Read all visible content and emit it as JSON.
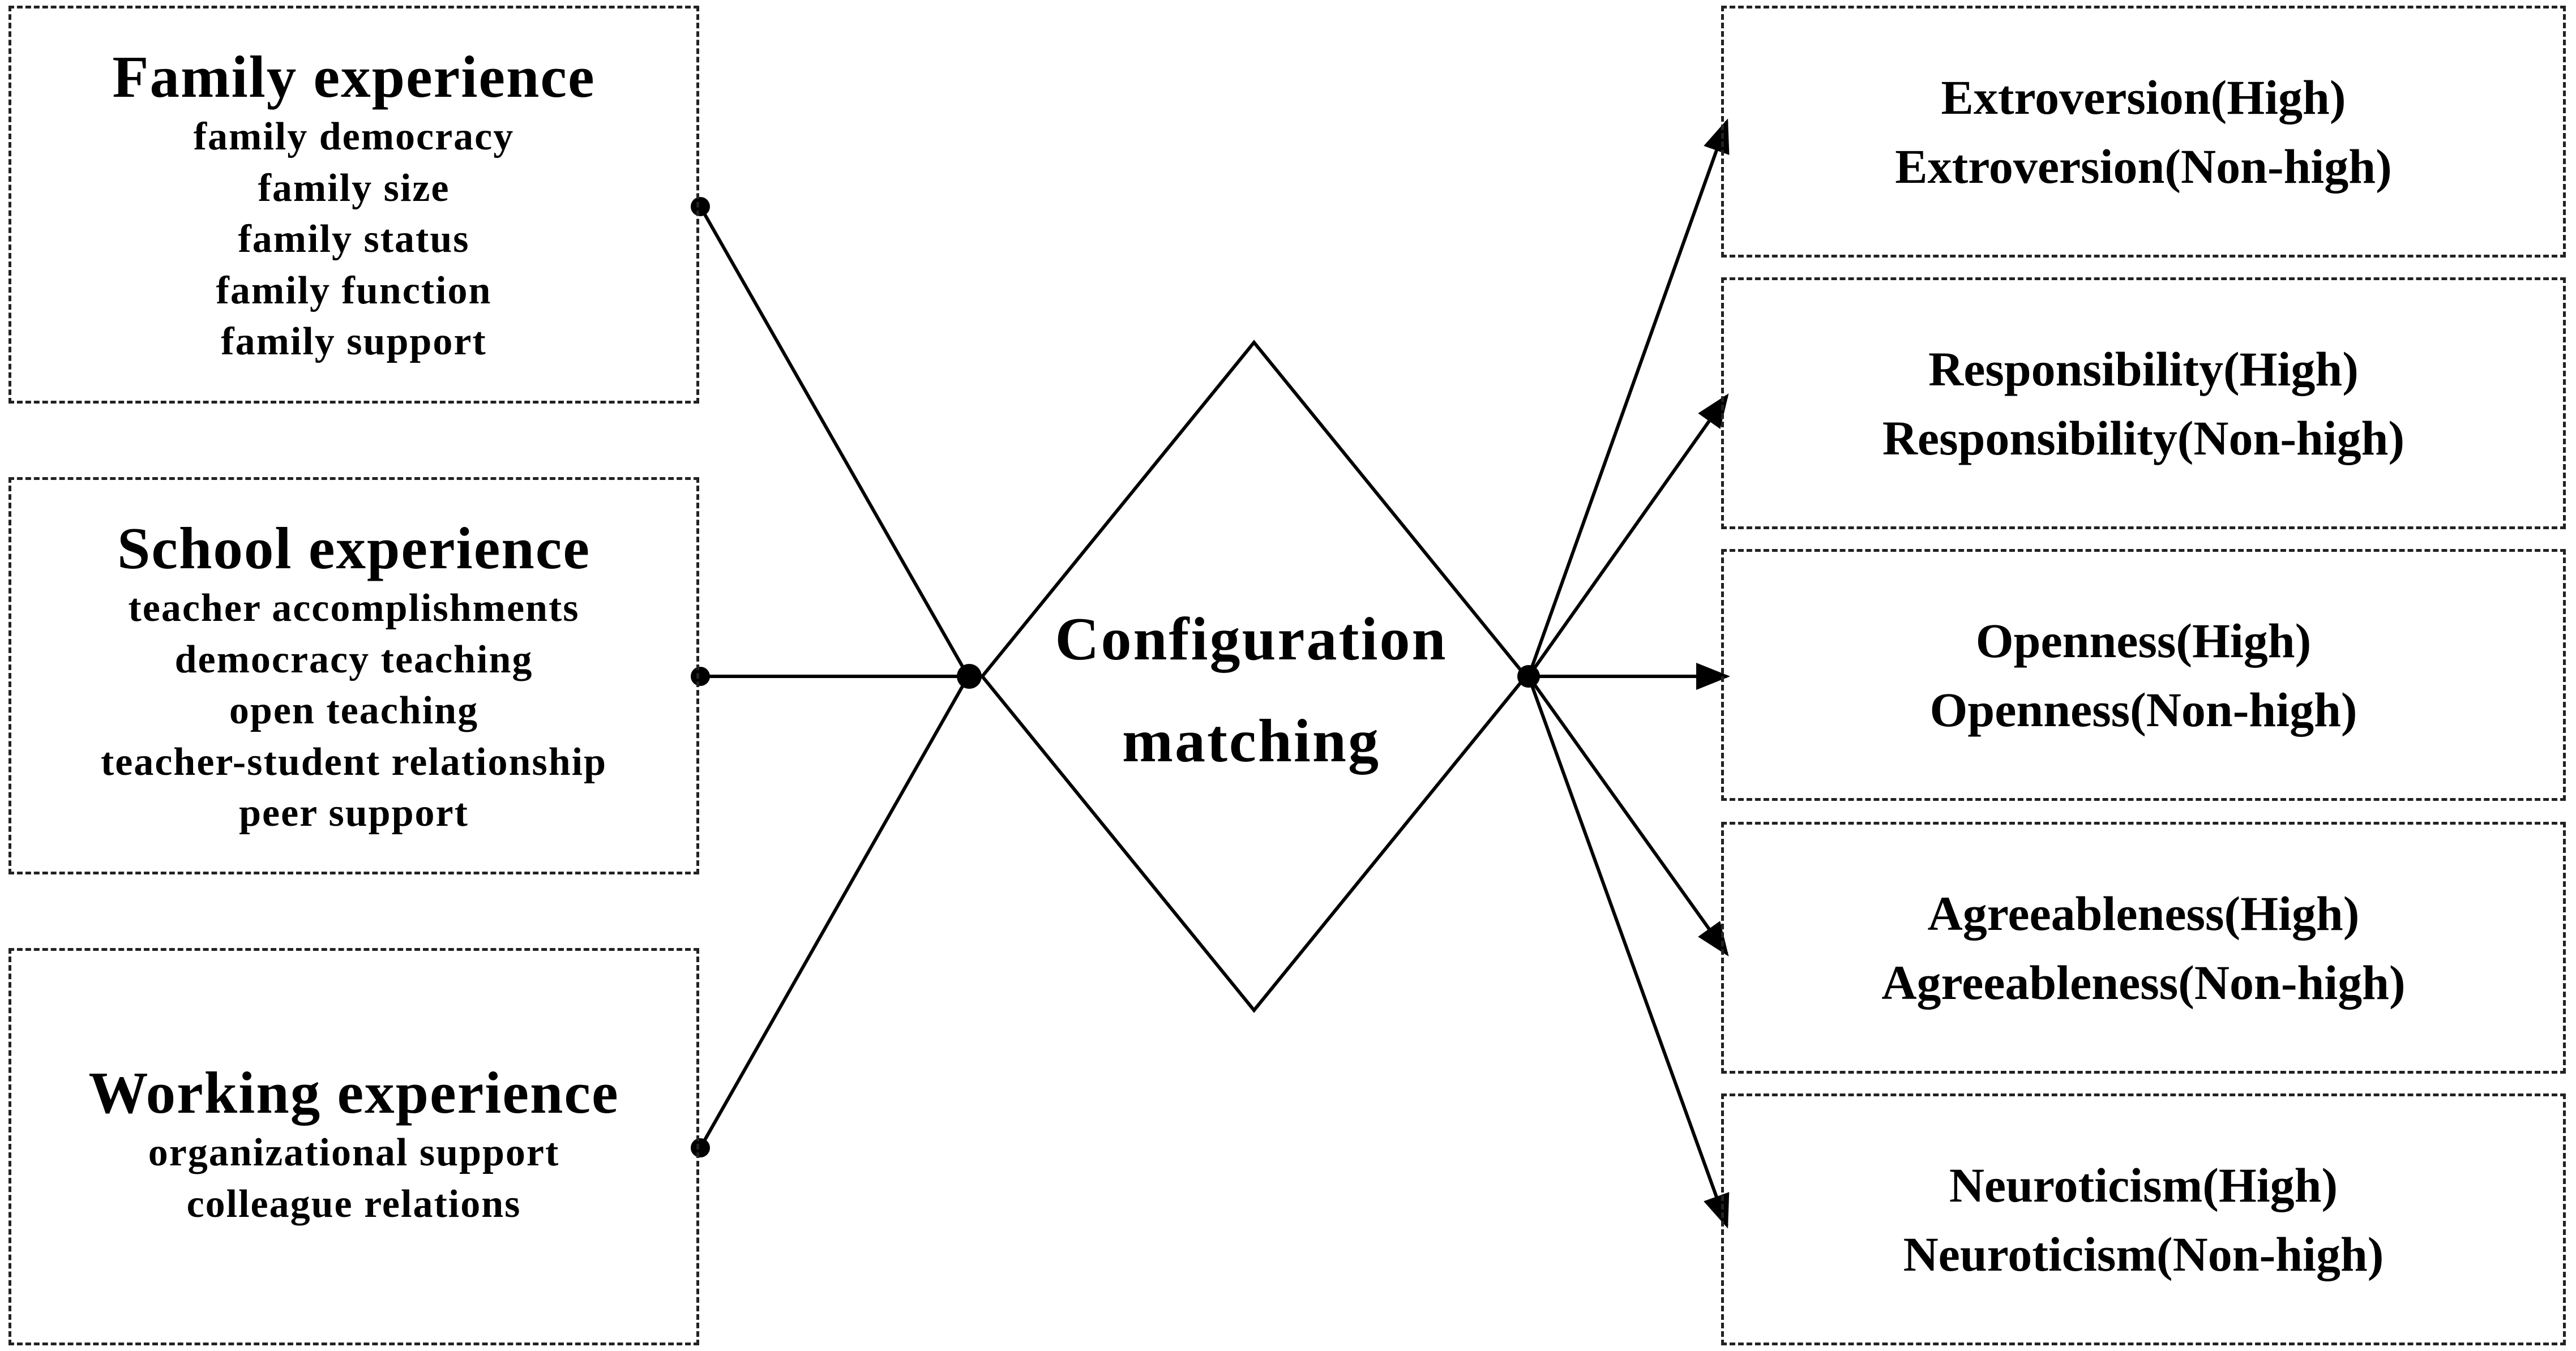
{
  "left_groups": [
    {
      "title": "Family experience",
      "items": [
        "family democracy",
        "family size",
        "family status",
        "family function",
        "family support"
      ]
    },
    {
      "title": "School experience",
      "items": [
        "teacher accomplishments",
        "democracy teaching",
        "open teaching",
        "teacher-student relationship",
        "peer support"
      ]
    },
    {
      "title": "Working experience",
      "items": [
        "organizational support",
        "colleague relations"
      ]
    }
  ],
  "center": {
    "line1": "Configuration",
    "line2": "matching"
  },
  "right_groups": [
    {
      "high": "Extroversion(High)",
      "non_high": "Extroversion(Non-high)"
    },
    {
      "high": "Responsibility(High)",
      "non_high": "Responsibility(Non-high)"
    },
    {
      "high": "Openness(High)",
      "non_high": "Openness(Non-high)"
    },
    {
      "high": "Agreeableness(High)",
      "non_high": "Agreeableness(Non-high)"
    },
    {
      "high": "Neuroticism(High)",
      "non_high": "Neuroticism(Non-high)"
    }
  ]
}
